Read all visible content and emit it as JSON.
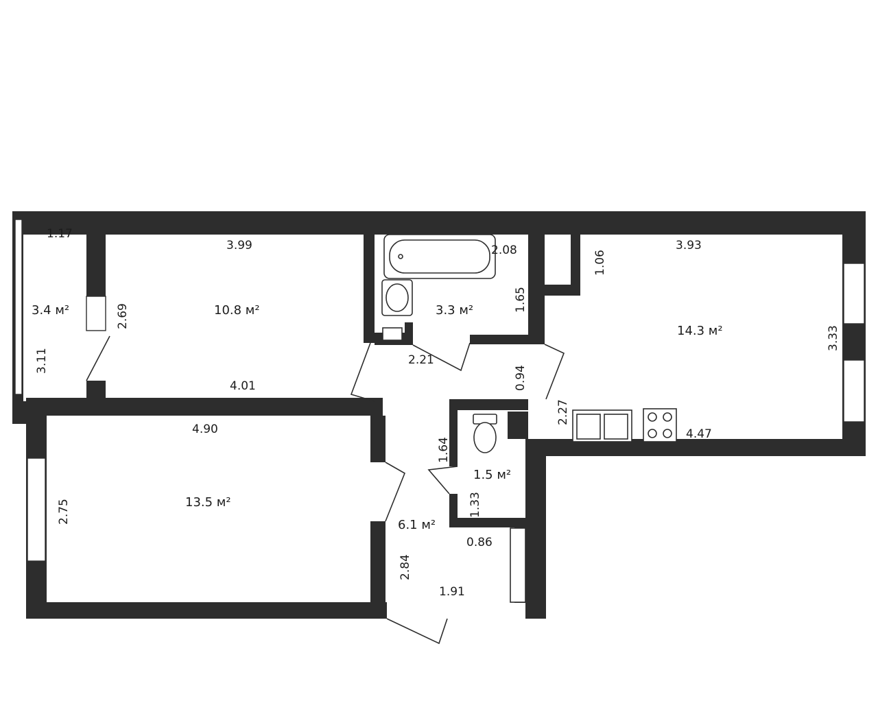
{
  "rooms": [
    {
      "key": "balcony",
      "area": "3.4 м²"
    },
    {
      "key": "bedroom",
      "area": "10.8 м²"
    },
    {
      "key": "bathroom",
      "area": "3.3 м²"
    },
    {
      "key": "kitchen",
      "area": "14.3 м²"
    },
    {
      "key": "living",
      "area": "13.5 м²"
    },
    {
      "key": "toilet",
      "area": "1.5 м²"
    },
    {
      "key": "hallway",
      "area": "6.1 м²"
    }
  ],
  "dimensions": [
    "1.17",
    "3.11",
    "3.99",
    "2.69",
    "4.01",
    "2.08",
    "1.65",
    "2.21",
    "0.94",
    "1.06",
    "3.93",
    "3.33",
    "2.27",
    "4.47",
    "4.90",
    "2.75",
    "1.64",
    "1.33",
    "0.86",
    "2.84",
    "1.91"
  ],
  "colors": {
    "wall": "#2d2d2d",
    "background": "#ffffff"
  }
}
